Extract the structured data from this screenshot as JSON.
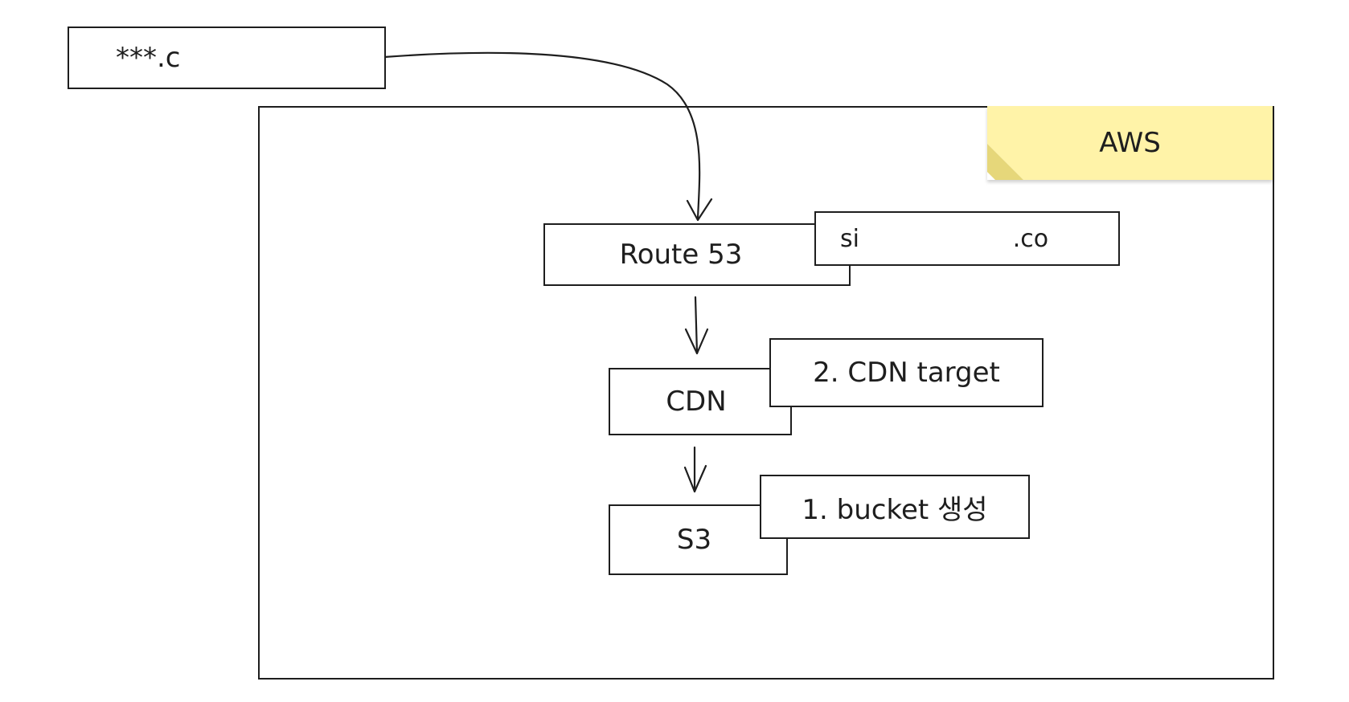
{
  "domain_label": "diagram",
  "colors": {
    "stroke": "#1e1e1e",
    "sticky": "#fff3a8",
    "background": "#ffffff"
  },
  "nodes": {
    "domain": "***.c",
    "aws_label": "AWS",
    "route53": "Route 53",
    "route53_note": "si                    .co",
    "cdn": "CDN",
    "cdn_note": "2. CDN target",
    "s3": "S3",
    "s3_note": "1. bucket 생성"
  },
  "edges": [
    {
      "from": "domain",
      "to": "route53"
    },
    {
      "from": "route53",
      "to": "cdn"
    },
    {
      "from": "cdn",
      "to": "s3"
    }
  ]
}
